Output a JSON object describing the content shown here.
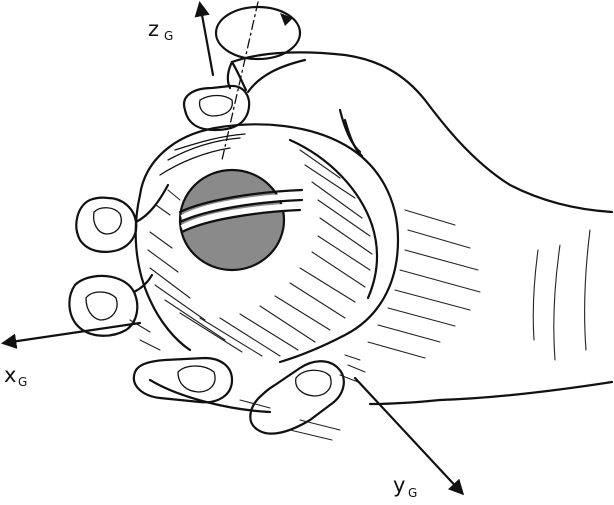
{
  "axes": {
    "z": {
      "letter": "z",
      "subscript": "G"
    },
    "x": {
      "letter": "x",
      "subscript": "G"
    },
    "y": {
      "letter": "y",
      "subscript": "G"
    }
  },
  "colors": {
    "ink": "#111111",
    "sphere_cap": "#8a8a8a",
    "background": "#ffffff"
  }
}
